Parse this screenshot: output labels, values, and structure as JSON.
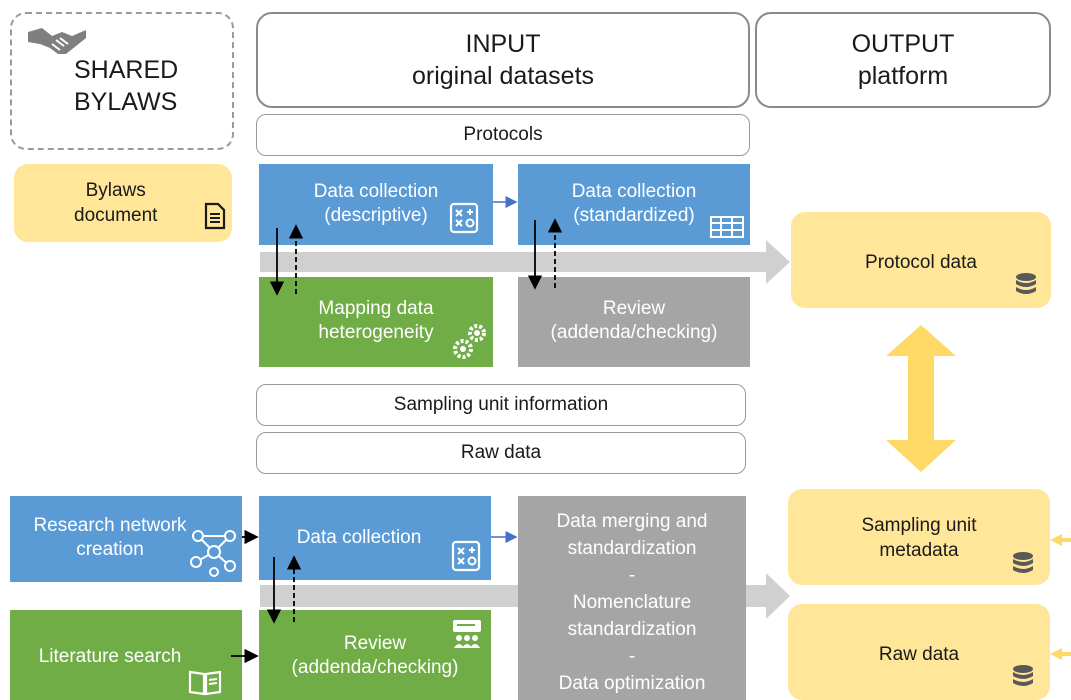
{
  "bylaws": {
    "title_line1": "SHARED",
    "title_line2": "BYLAWS",
    "document": [
      "Bylaws",
      "document"
    ]
  },
  "headers": {
    "input": {
      "line1": "INPUT",
      "line2": "original datasets"
    },
    "output": {
      "line1": "OUTPUT",
      "line2": "platform"
    }
  },
  "bars": {
    "protocols": "Protocols",
    "sampling": "Sampling unit information",
    "raw": "Raw data"
  },
  "protocol_section": {
    "collection_descriptive": [
      "Data collection",
      "(descriptive)"
    ],
    "collection_standardized": [
      "Data collection",
      "(standardized)"
    ],
    "mapping": [
      "Mapping data",
      "heterogeneity"
    ],
    "review": [
      "Review",
      "(addenda/checking)"
    ]
  },
  "raw_section": {
    "research_network": [
      "Research network",
      "creation"
    ],
    "literature": "Literature search",
    "collection": "Data collection",
    "review": [
      "Review",
      "(addenda/checking)"
    ],
    "merging": [
      "Data merging and",
      "standardization",
      "-",
      "Nomenclature",
      "standardization",
      "-",
      "Data optimization"
    ]
  },
  "outputs": {
    "protocol_data": "Protocol data",
    "sampling_metadata": [
      "Sampling unit",
      "metadata"
    ],
    "raw_data": "Raw data"
  },
  "colors": {
    "blue": "#5b9bd5",
    "green": "#70ad47",
    "gray": "#a5a5a5",
    "yellow": "#ffe699",
    "arrow_gray": "#d0d0d0",
    "arrow_yellow": "#ffd966"
  },
  "icons": [
    "handshake-icon",
    "document-icon",
    "form-icon",
    "table-icon",
    "gears-icon",
    "network-icon",
    "book-icon",
    "presentation-icon",
    "database-icon"
  ]
}
